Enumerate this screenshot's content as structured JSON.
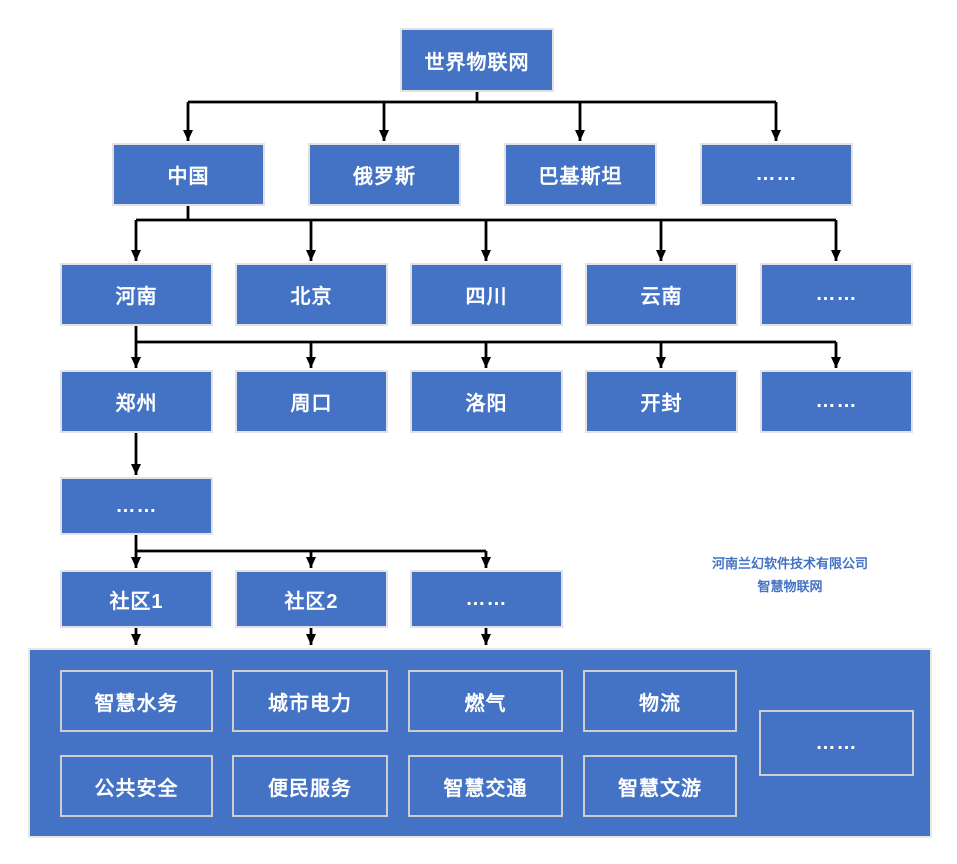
{
  "diagram": {
    "root": {
      "label": "世界物联网"
    },
    "countries": [
      {
        "label": "中国"
      },
      {
        "label": "俄罗斯"
      },
      {
        "label": "巴基斯坦"
      },
      {
        "label": "……"
      }
    ],
    "provinces": [
      {
        "label": "河南"
      },
      {
        "label": "北京"
      },
      {
        "label": "四川"
      },
      {
        "label": "云南"
      },
      {
        "label": "……"
      }
    ],
    "cities": [
      {
        "label": "郑州"
      },
      {
        "label": "周口"
      },
      {
        "label": "洛阳"
      },
      {
        "label": "开封"
      },
      {
        "label": "……"
      }
    ],
    "districts_more": {
      "label": "……"
    },
    "communities": [
      {
        "label": "社区1"
      },
      {
        "label": "社区2"
      },
      {
        "label": "……"
      }
    ],
    "services": {
      "row1": [
        {
          "label": "智慧水务"
        },
        {
          "label": "城市电力"
        },
        {
          "label": "燃气"
        },
        {
          "label": "物流"
        }
      ],
      "more": {
        "label": "……"
      },
      "row2": [
        {
          "label": "公共安全"
        },
        {
          "label": "便民服务"
        },
        {
          "label": "智慧交通"
        },
        {
          "label": "智慧文游"
        }
      ]
    }
  },
  "watermark": {
    "line1": "河南兰幻软件技术有限公司",
    "line2": "智慧物联网"
  },
  "colors": {
    "node_fill": "#4472C4",
    "node_border": "#E3E1E1",
    "service_border": "#CFCDCD",
    "container_fill": "#4472C4",
    "connector": "#000000",
    "label_text": "#FFFFFF",
    "watermark_text": "#4472C4",
    "background": "#FFFFFF"
  }
}
